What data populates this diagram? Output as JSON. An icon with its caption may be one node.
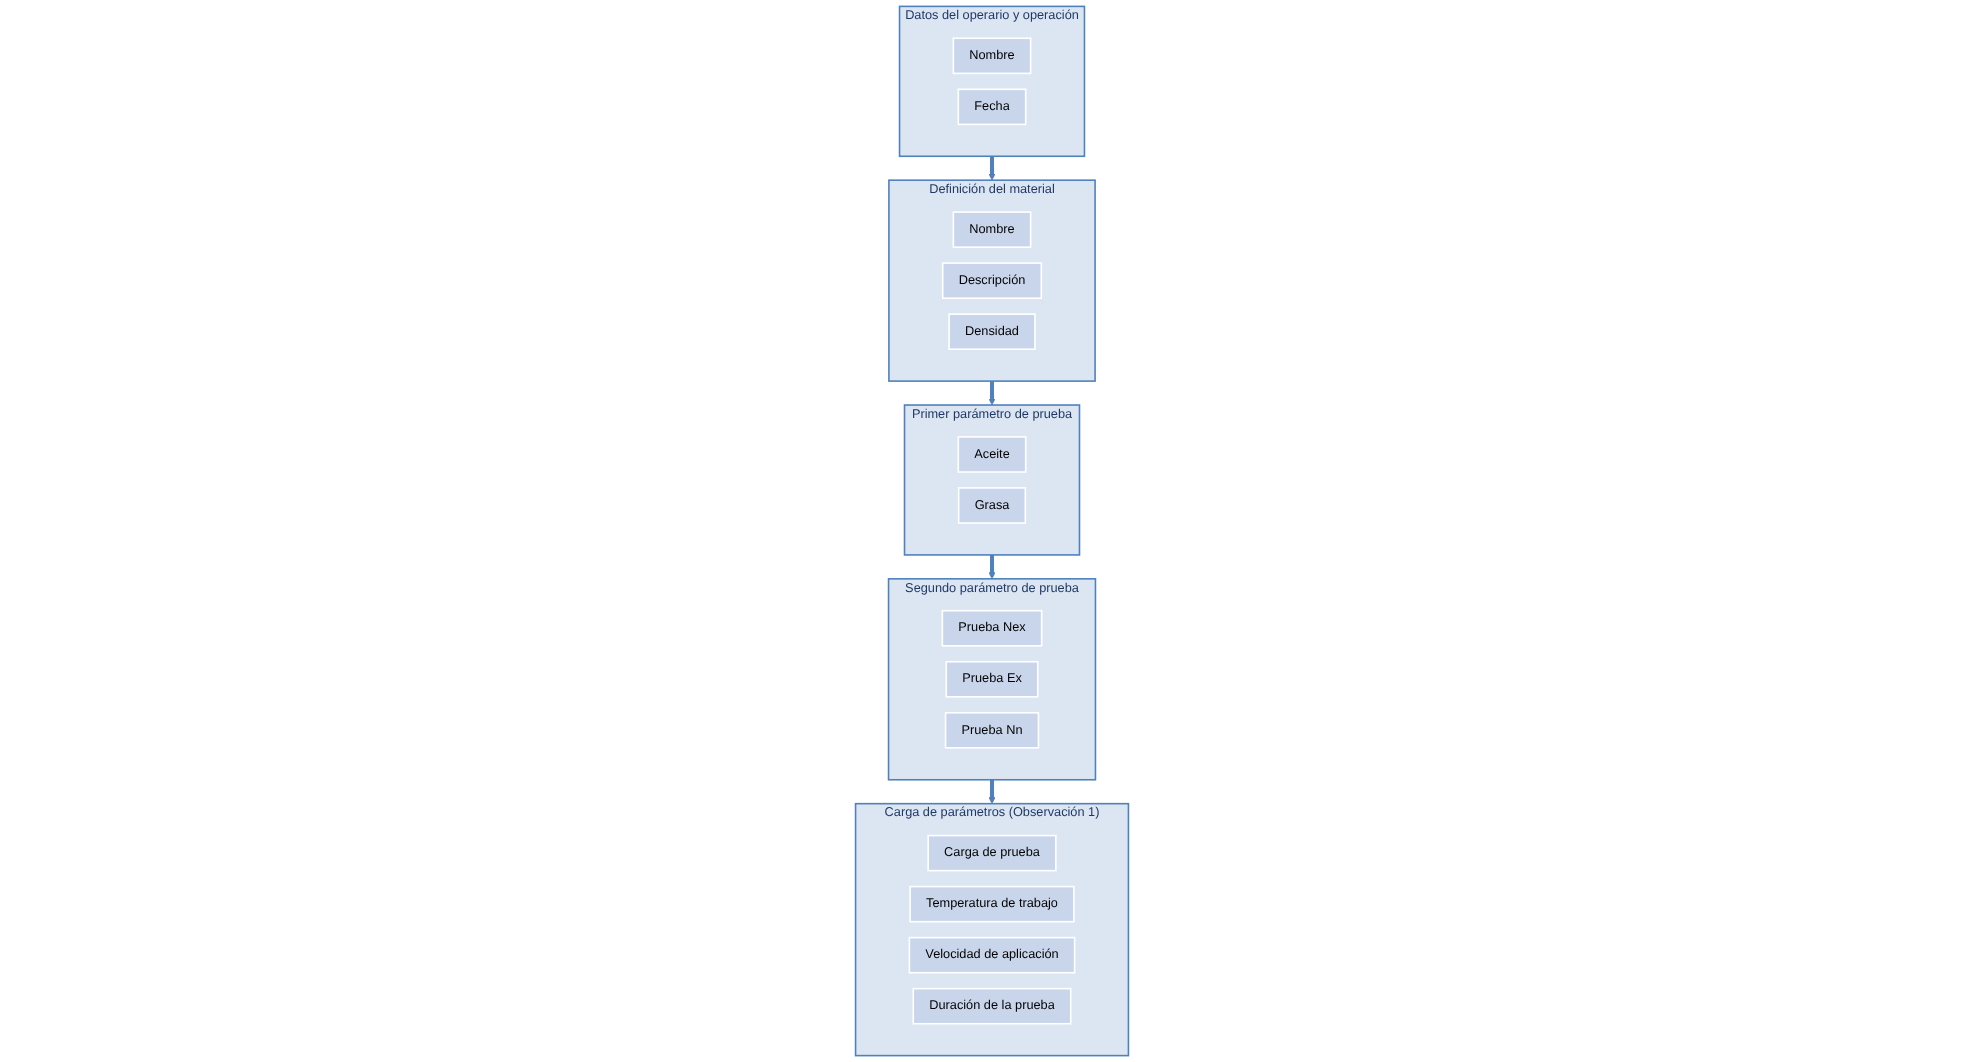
{
  "diagram": {
    "nodes": [
      {
        "text": [
          "Datos del operario y operación"
        ]
      },
      {
        "text": [
          "Nombre"
        ],
        "in": 0
      },
      {
        "text": [
          "Fecha"
        ],
        "in": 0
      },
      {
        "text": [
          "Definición del material"
        ]
      },
      {
        "text": [
          "Nombre"
        ],
        "in": 3
      },
      {
        "text": [
          "Descripción"
        ],
        "in": 3
      },
      {
        "text": [
          "Densidad"
        ],
        "in": 3
      },
      {
        "text": [
          "Primer parámetro de prueba"
        ]
      },
      {
        "text": [
          "Aceite"
        ],
        "in": 7
      },
      {
        "text": [
          "Grasa"
        ],
        "in": 7
      },
      {
        "text": [
          "Segundo parámetro de prueba"
        ]
      },
      {
        "text": [
          "Prueba Nex"
        ],
        "in": 10
      },
      {
        "text": [
          "Prueba Ex"
        ],
        "in": 10
      },
      {
        "text": [
          "Prueba Nn"
        ],
        "in": 10
      },
      {
        "text": [
          "Carga de parámetros (Observación 1)"
        ]
      },
      {
        "text": [
          "Carga de prueba"
        ],
        "in": 14
      },
      {
        "text": [
          "Temperatura de trabajo"
        ],
        "in": 14
      },
      {
        "text": [
          "Velocidad de aplicación"
        ],
        "in": 14
      },
      {
        "text": [
          "Duración de la prueba"
        ],
        "in": 14
      }
    ],
    "edges": [
      {
        "from": 0,
        "to": 3,
        "arrow": "to"
      },
      {
        "from": 3,
        "to": 7,
        "arrow": "to"
      },
      {
        "from": 7,
        "to": 10,
        "arrow": "to"
      },
      {
        "from": 10,
        "to": 14,
        "arrow": "to"
      }
    ]
  }
}
